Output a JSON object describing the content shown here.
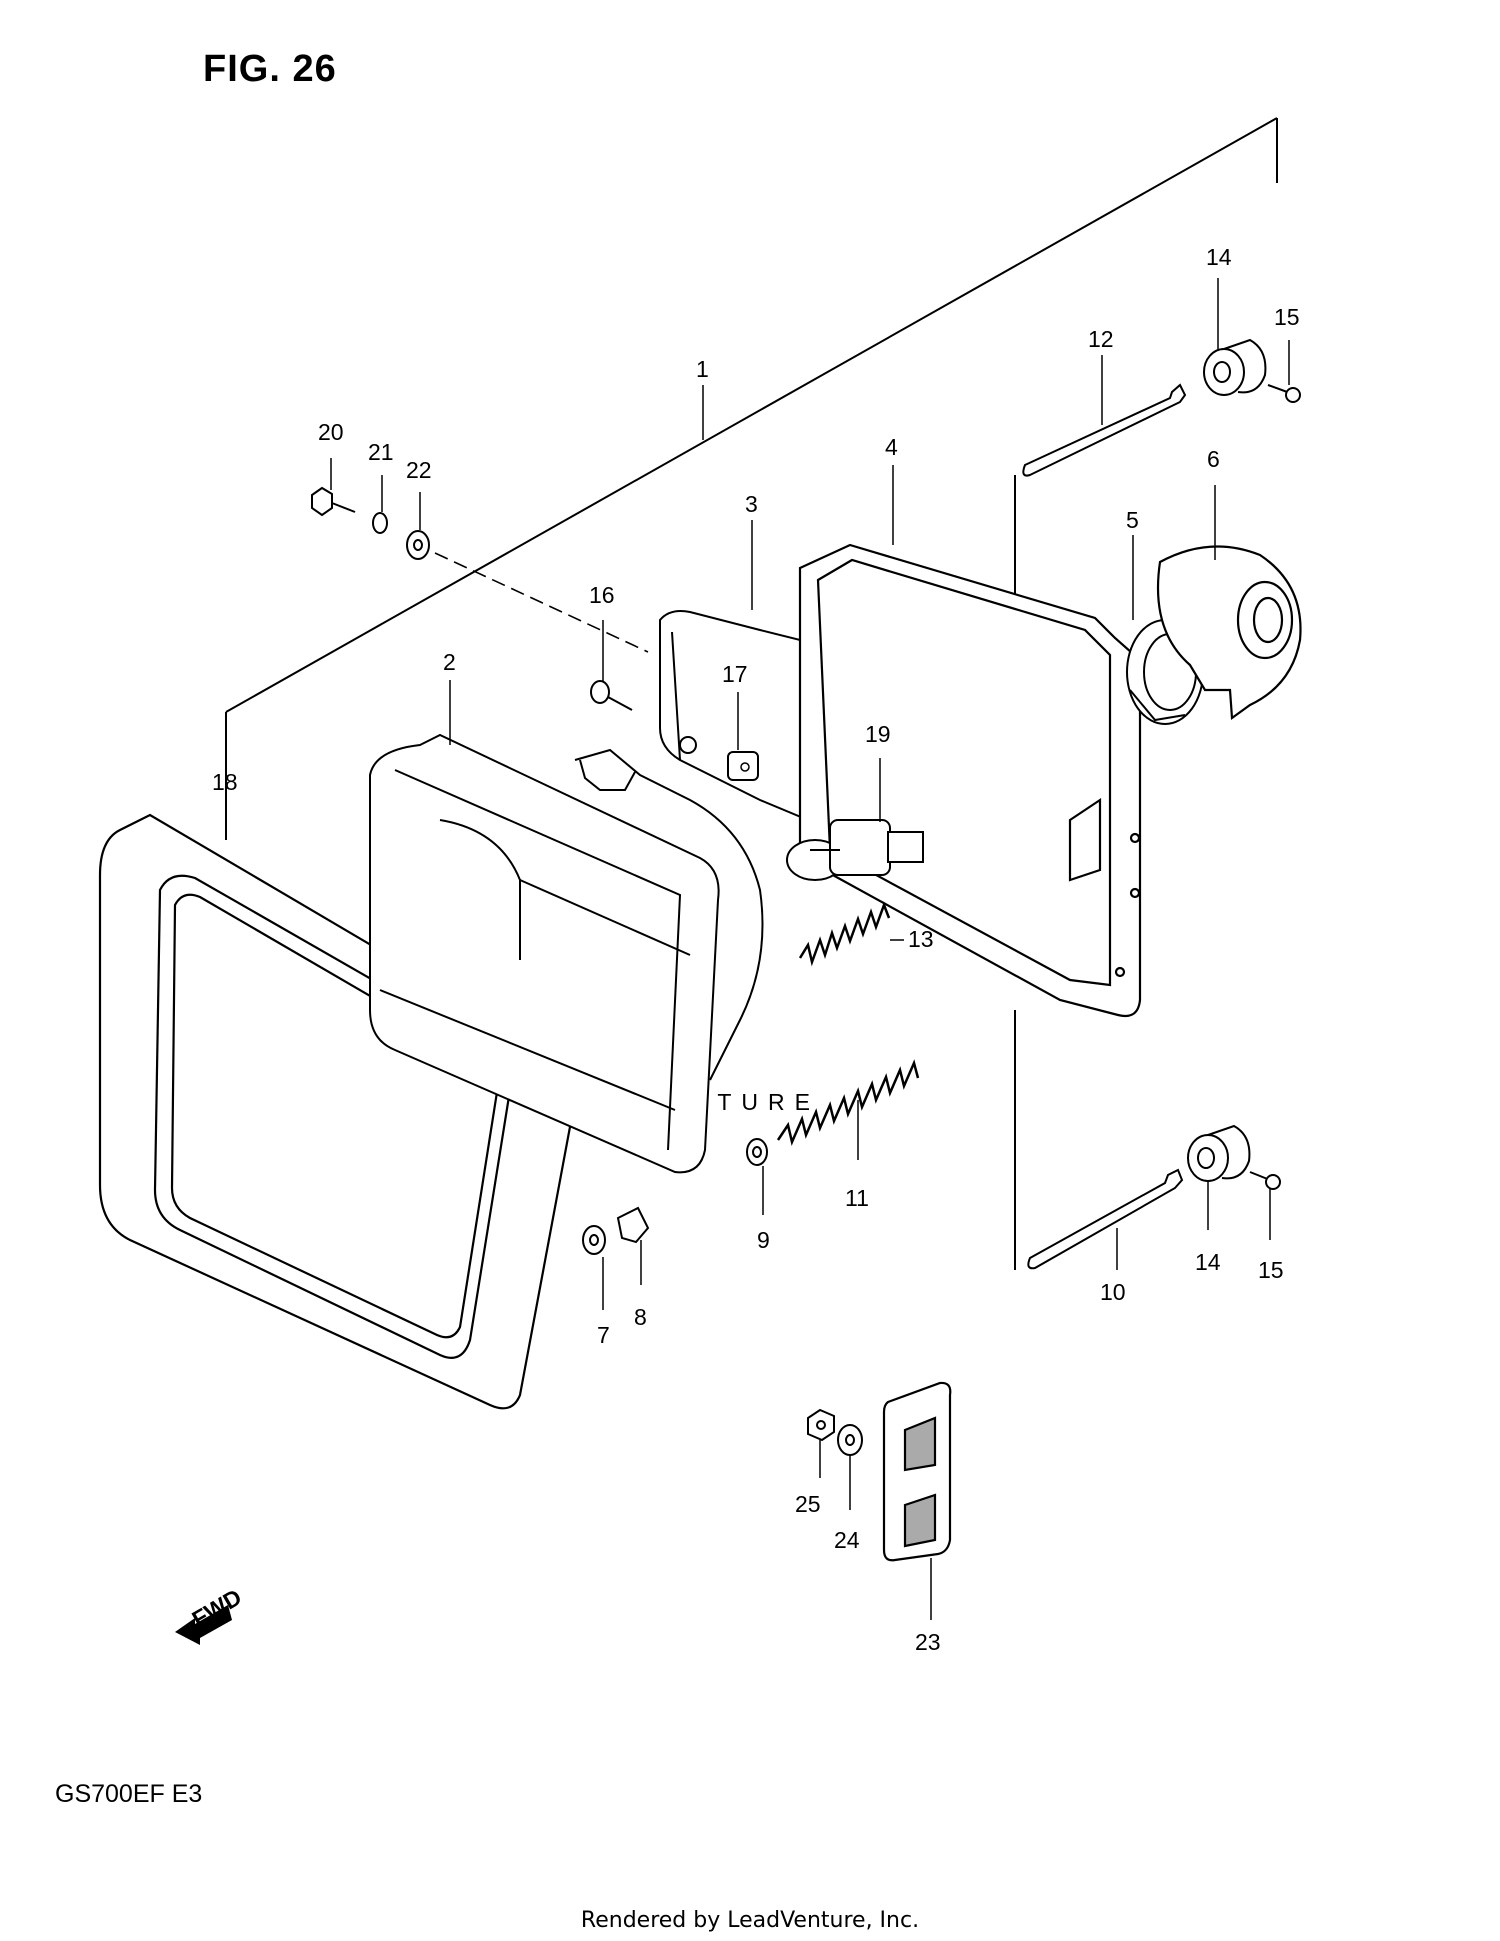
{
  "figure": {
    "title": "FIG. 26"
  },
  "model": "GS700EF  E3",
  "footer": "Rendered by LeadVenture, Inc.",
  "watermark": "LEADVENTURE",
  "fwd_label": "FWD",
  "parts": [
    {
      "number": "1"
    },
    {
      "number": "2"
    },
    {
      "number": "3"
    },
    {
      "number": "4"
    },
    {
      "number": "5"
    },
    {
      "number": "6"
    },
    {
      "number": "7"
    },
    {
      "number": "8"
    },
    {
      "number": "9"
    },
    {
      "number": "10"
    },
    {
      "number": "11"
    },
    {
      "number": "12"
    },
    {
      "number": "13"
    },
    {
      "number": "14"
    },
    {
      "number": "14"
    },
    {
      "number": "15"
    },
    {
      "number": "15"
    },
    {
      "number": "16"
    },
    {
      "number": "17"
    },
    {
      "number": "18"
    },
    {
      "number": "19"
    },
    {
      "number": "20"
    },
    {
      "number": "21"
    },
    {
      "number": "22"
    },
    {
      "number": "23"
    },
    {
      "number": "24"
    },
    {
      "number": "25"
    }
  ]
}
